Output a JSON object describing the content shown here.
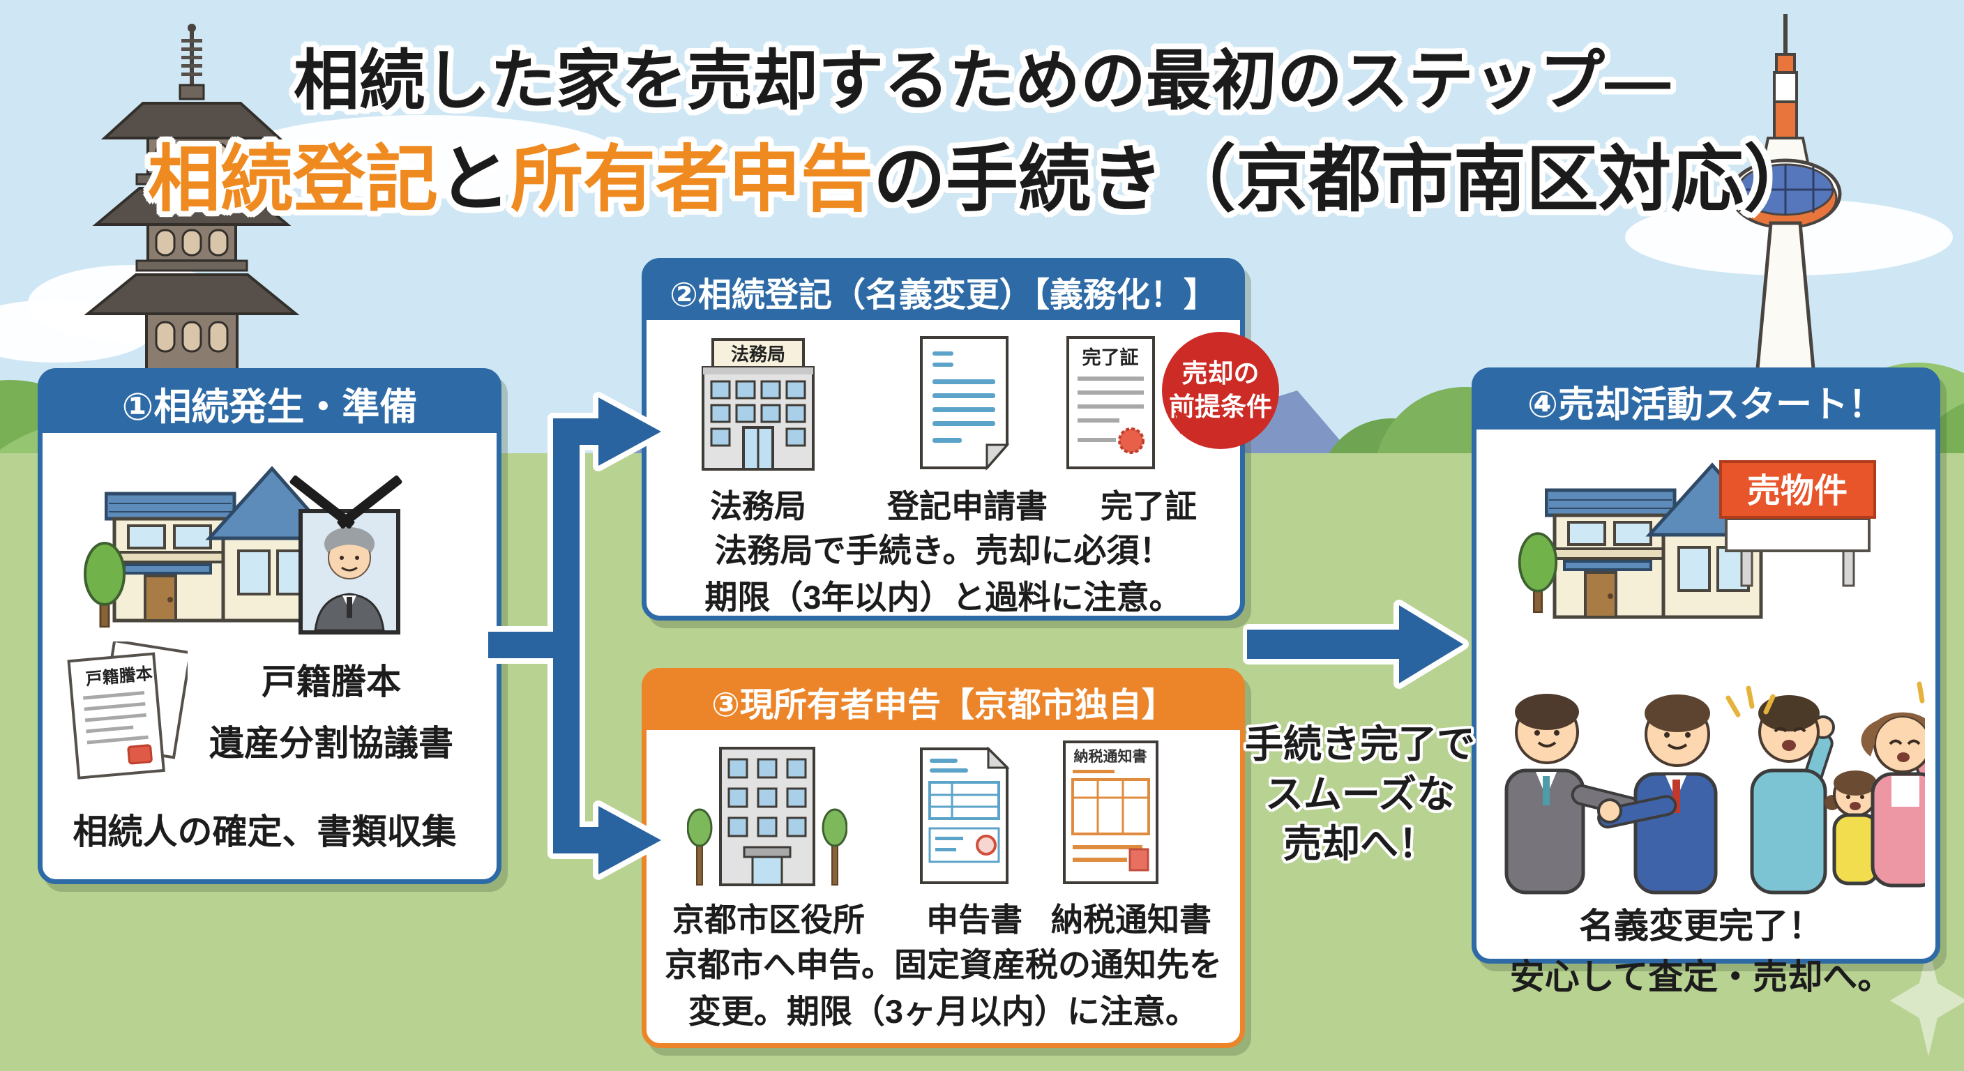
{
  "title": {
    "line1": "相続した家を売却するための最初のステップ―",
    "seg_touki": "相続登記",
    "seg_to": "と",
    "seg_shinkoku": "所有者申告",
    "seg_rest": "の手続き（京都市南区対応）"
  },
  "step1": {
    "header": "①相続発生・準備",
    "doc_label": "戸籍謄本",
    "item1": "戸籍謄本",
    "item2": "遺産分割協議書",
    "note": "相続人の確定、書類収集"
  },
  "step2": {
    "header": "②相続登記（名義変更）【義務化！】",
    "building_sign": "法務局",
    "cert_title": "完了証",
    "cap1": "法務局",
    "cap2": "登記申請書",
    "cap3": "完了証",
    "note1": "法務局で手続き。売却に必須！",
    "note2": "期限（3年以内）と過料に注意。"
  },
  "step3": {
    "header": "③現所有者申告【京都市独自】",
    "doc3_title": "納税通知書",
    "cap1": "京都市区役所",
    "cap2": "申告書",
    "cap3": "納税通知書",
    "note1": "京都市へ申告。固定資産税の通知先を",
    "note2": "変更。期限（3ヶ月以内）に注意。"
  },
  "step4": {
    "header": "④売却活動スタート！",
    "sign": "売物件",
    "note1": "名義変更完了！",
    "note2": "安心して査定・売却へ。"
  },
  "badge": {
    "line1": "売却の",
    "line2": "前提条件"
  },
  "arrow_caption": {
    "line1": "手続き完了で",
    "line2": "スムーズな",
    "line3": "売却へ！"
  },
  "colors": {
    "header_blue": "#2e6ba6",
    "header_orange": "#ec8529",
    "title_orange": "#ee8a1f",
    "arrow_blue": "#2a64a0",
    "badge_red": "#cc2b26",
    "sale_sign": "#e8552a",
    "sky": "#cfe7f4",
    "ground_green": "#b8d292"
  }
}
